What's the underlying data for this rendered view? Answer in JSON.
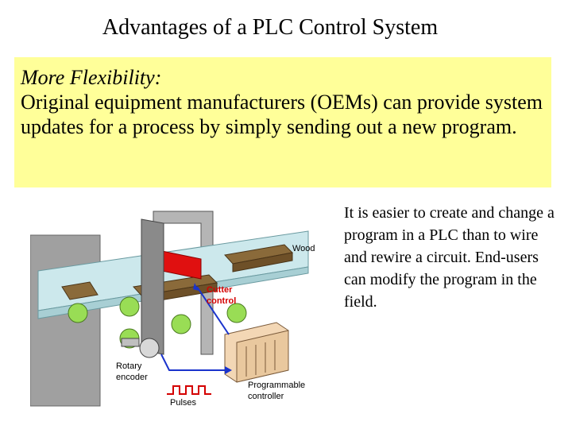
{
  "slide": {
    "title": "Advantages of a PLC Control System",
    "highlight": {
      "heading": "More Flexibility:",
      "body": "Original equipment manufacturers (OEMs) can provide system updates for a process by simply sending out a new program."
    },
    "side_text": "It is easier to create and change a program in a PLC than to wire and rewire a circuit. End-users can modify the program in the field."
  },
  "illustration": {
    "labels": {
      "wood": "Wood",
      "cutter_line1": "Cutter",
      "cutter_line2": "control",
      "rotary_line1": "Rotary",
      "rotary_line2": "encoder",
      "pulses": "Pulses",
      "plc_line1": "Programmable",
      "plc_line2": "controller"
    }
  },
  "colors": {
    "highlight_bg": "#ffff99",
    "conveyor": "#cce8ec",
    "roller": "#99dd55",
    "wood": "#8a6a3a",
    "cutter": "#e01010",
    "frame": "#9a9a9a",
    "plc": "#f3d7b5",
    "arrow": "#1a33cc"
  }
}
